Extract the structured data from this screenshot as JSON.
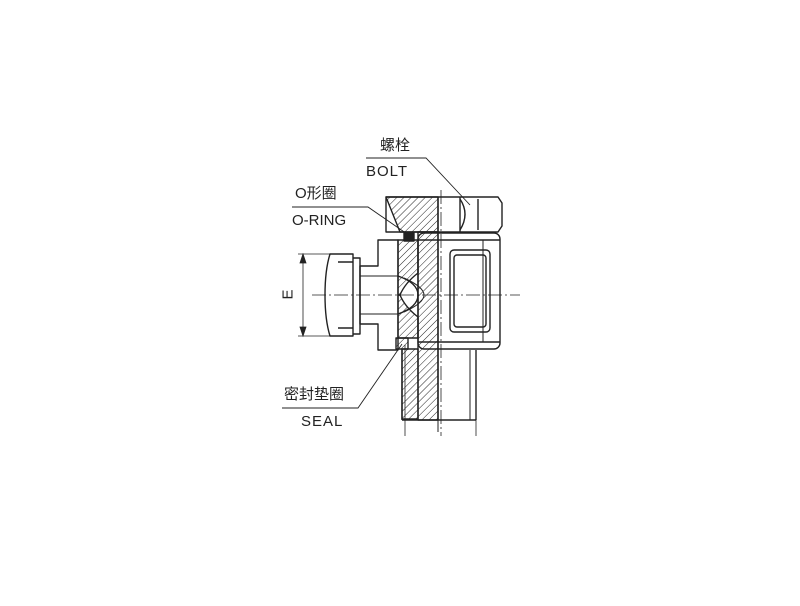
{
  "labels": {
    "bolt_cn": "螺栓",
    "bolt_en": "BOLT",
    "oring_cn": "O形圈",
    "oring_en": "O-RING",
    "seal_cn": "密封垫圈",
    "seal_en": "SEAL",
    "dimension_e": "E"
  },
  "colors": {
    "line": "#222222",
    "background": "#ffffff",
    "hatch": "#222222"
  }
}
